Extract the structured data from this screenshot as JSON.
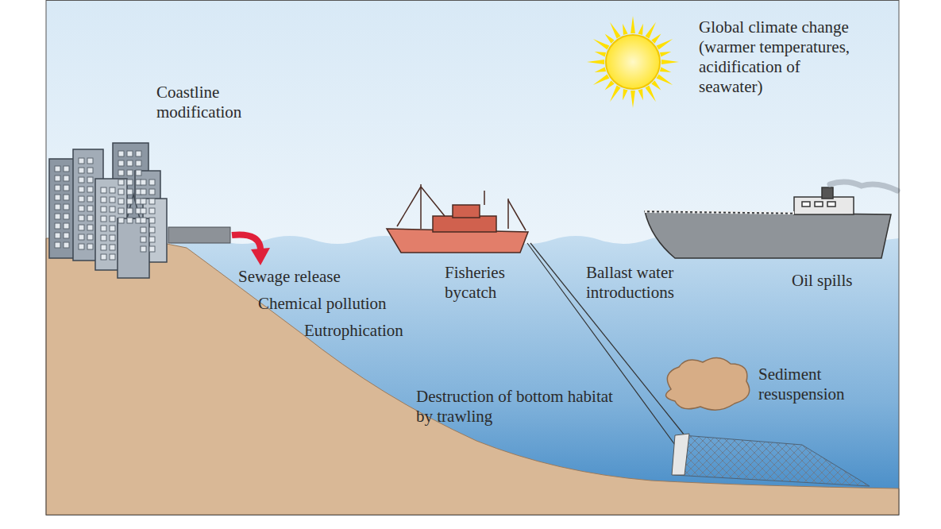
{
  "diagram": {
    "labels": [
      "Coastline modification",
      "Global climate change (warmer temperatures, acidification of seawater)",
      "Sewage release",
      "Chemical pollution",
      "Eutrophication",
      "Fisheries bycatch",
      "Ballast water introductions",
      "Oil spills",
      "Destruction of bottom habitat by trawling",
      "Sediment resuspension"
    ]
  }
}
